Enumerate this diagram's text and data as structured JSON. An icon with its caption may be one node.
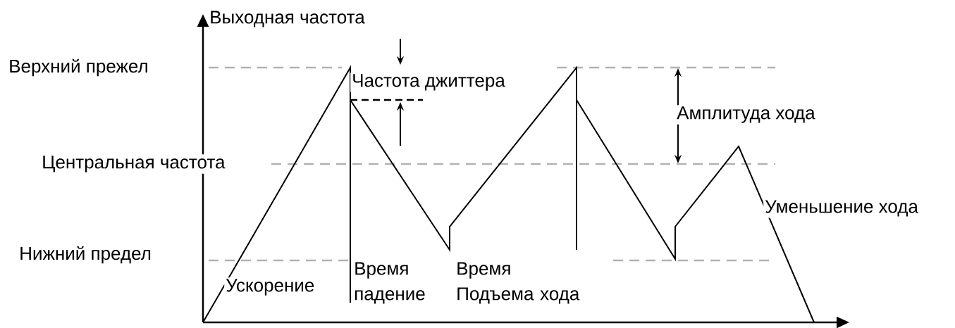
{
  "diagram": {
    "labels": [
      "Выходная частота",
      "Верхний прежел",
      "Частота джиттера",
      "Амплитуда хода",
      "Центральная частота",
      "Уменьшение хода",
      "Нижний предел",
      "Ускорение",
      "Время падение",
      "Время Подъема хода"
    ]
  }
}
